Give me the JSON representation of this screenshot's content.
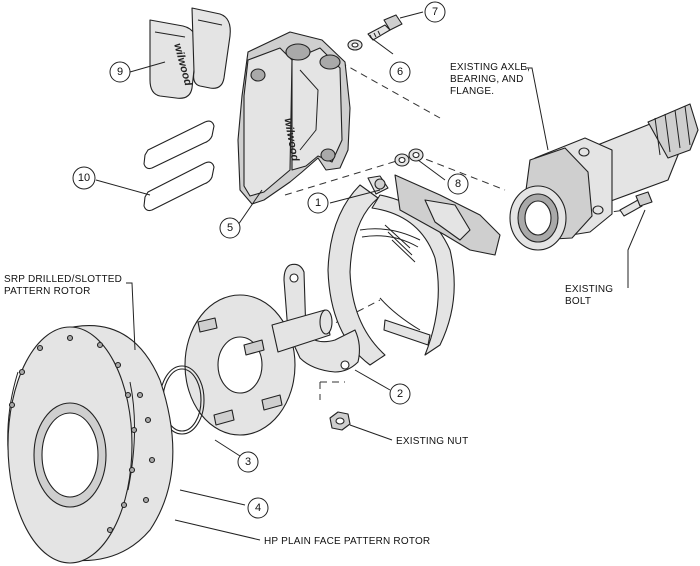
{
  "callouts": {
    "c1": "1",
    "c2": "2",
    "c3": "3",
    "c4": "4",
    "c5": "5",
    "c6": "6",
    "c7": "7",
    "c8": "8",
    "c9": "9",
    "c10": "10"
  },
  "labels": {
    "axle_line1": "EXISTING AXLE,",
    "axle_line2": "BEARING, AND",
    "axle_line3": "FLANGE.",
    "bolt_line1": "EXISTING",
    "bolt_line2": "BOLT",
    "nut": "EXISTING NUT",
    "srp_line1": "SRP DRILLED/SLOTTED",
    "srp_line2": "PATTERN ROTOR",
    "hp": "HP PLAIN FACE PATTERN ROTOR"
  },
  "branding": {
    "pad_logo": "wilwood",
    "caliper_logo": "wilwood"
  }
}
